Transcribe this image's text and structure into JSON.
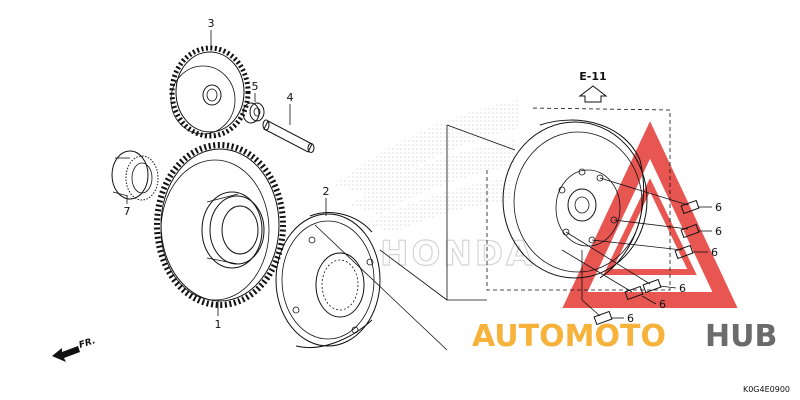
{
  "diagram": {
    "parts": [
      {
        "id": "p1",
        "label": "1",
        "name": "starter-driven-gear"
      },
      {
        "id": "p2",
        "label": "2",
        "name": "starter-clutch"
      },
      {
        "id": "p3",
        "label": "3",
        "name": "starter-reduction-gear"
      },
      {
        "id": "p4",
        "label": "4",
        "name": "reduction-gear-shaft"
      },
      {
        "id": "p5",
        "label": "5",
        "name": "collar"
      },
      {
        "id": "p6a",
        "label": "6",
        "name": "flange-bolt"
      },
      {
        "id": "p6b",
        "label": "6",
        "name": "flange-bolt"
      },
      {
        "id": "p6c",
        "label": "6",
        "name": "flange-bolt"
      },
      {
        "id": "p6d",
        "label": "6",
        "name": "flange-bolt"
      },
      {
        "id": "p6e",
        "label": "6",
        "name": "flange-bolt"
      },
      {
        "id": "p6f",
        "label": "6",
        "name": "flange-bolt"
      },
      {
        "id": "p7",
        "label": "7",
        "name": "needle-bearing"
      }
    ],
    "reference": "E-11",
    "direction": "FR.",
    "code": "K0G4E0900"
  },
  "watermark": {
    "brand_part1": "AUTOMOTO",
    "brand_part2": "HUB",
    "brand_color1": "#f6b23a",
    "brand_color2": "#6b6b6b",
    "triangle_color": "#e53935",
    "background_logo": "HONDA"
  }
}
